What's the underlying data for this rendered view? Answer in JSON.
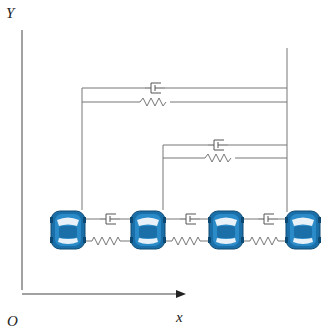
{
  "diagram": {
    "labels": [
      "Y",
      "O",
      "x"
    ]
  }
}
